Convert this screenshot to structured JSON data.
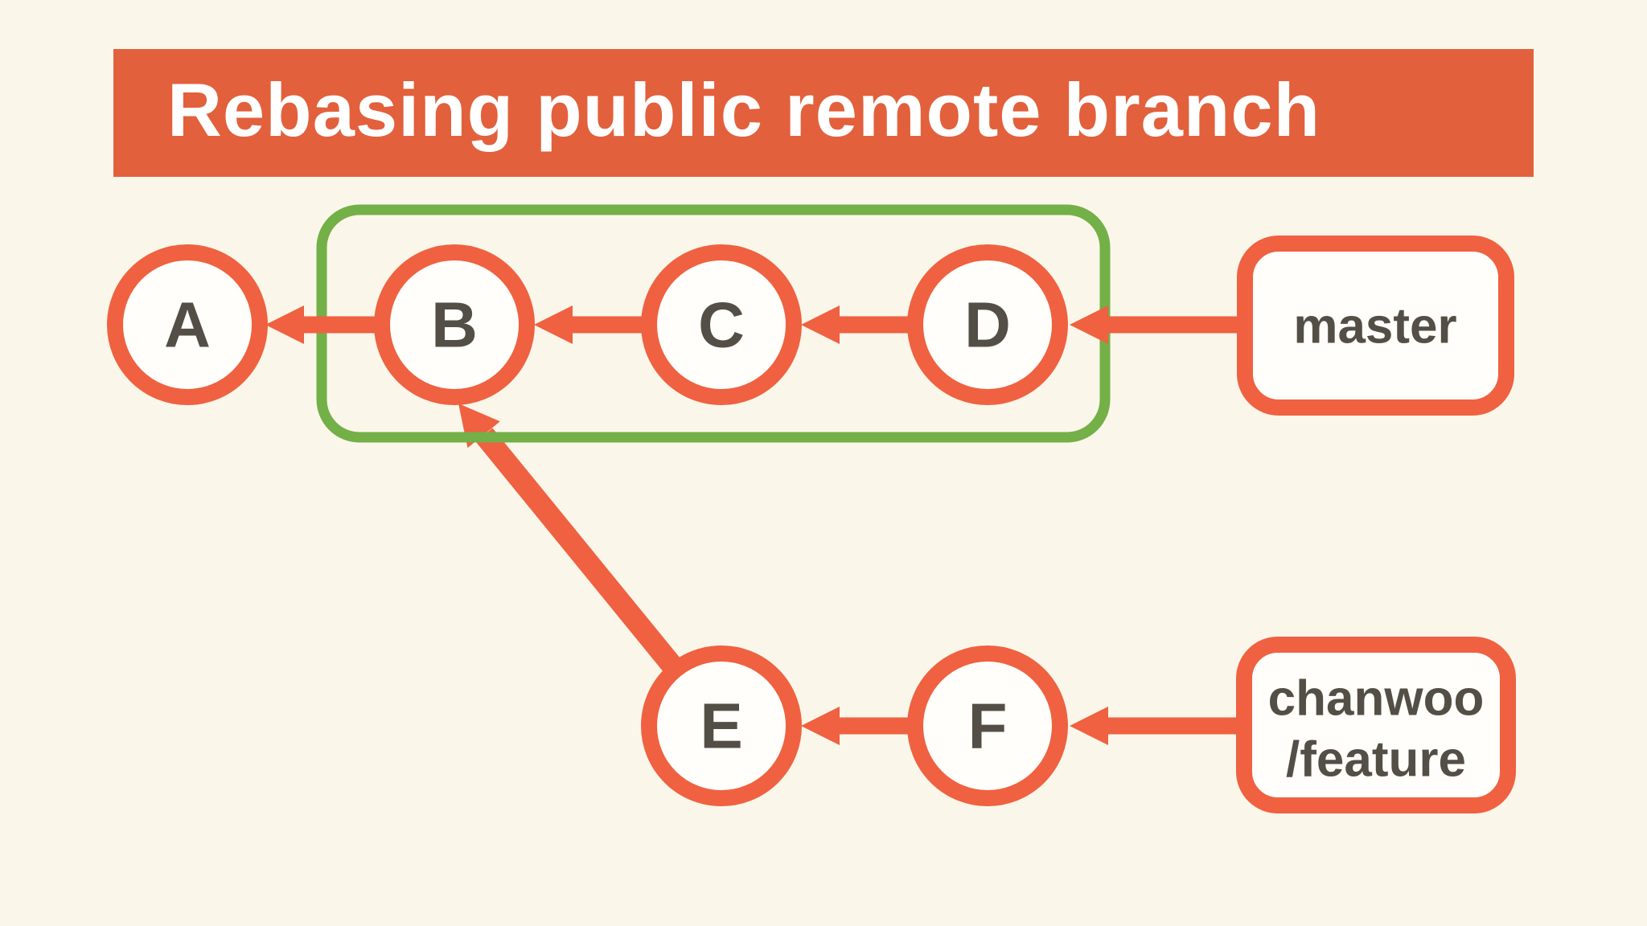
{
  "title": "Rebasing public remote branch",
  "colors": {
    "background": "#FBF6EA",
    "banner": "#E2603C",
    "arrow_and_stroke_orange": "#EF6140",
    "highlight_green": "#73B047",
    "node_fill": "#FFFEFB",
    "dark_text": "#534F46",
    "title_text": "#FFFFFF"
  },
  "graph": {
    "nodes": {
      "a": "A",
      "b": "B",
      "c": "C",
      "d": "D",
      "e": "E",
      "f": "F"
    },
    "branch_labels": {
      "master": "master",
      "feature": "chanwoo/feature",
      "feature_line1": "chanwoo",
      "feature_line2": "/feature"
    },
    "highlighted_commits": [
      "B",
      "C",
      "D"
    ],
    "edges": [
      {
        "from": "B",
        "to": "A"
      },
      {
        "from": "C",
        "to": "B"
      },
      {
        "from": "D",
        "to": "C"
      },
      {
        "from": "master",
        "to": "D"
      },
      {
        "from": "F",
        "to": "E"
      },
      {
        "from": "chanwoo/feature",
        "to": "F"
      },
      {
        "from": "E",
        "to": "B",
        "note": "rebase arrow from feature base onto B"
      }
    ]
  }
}
